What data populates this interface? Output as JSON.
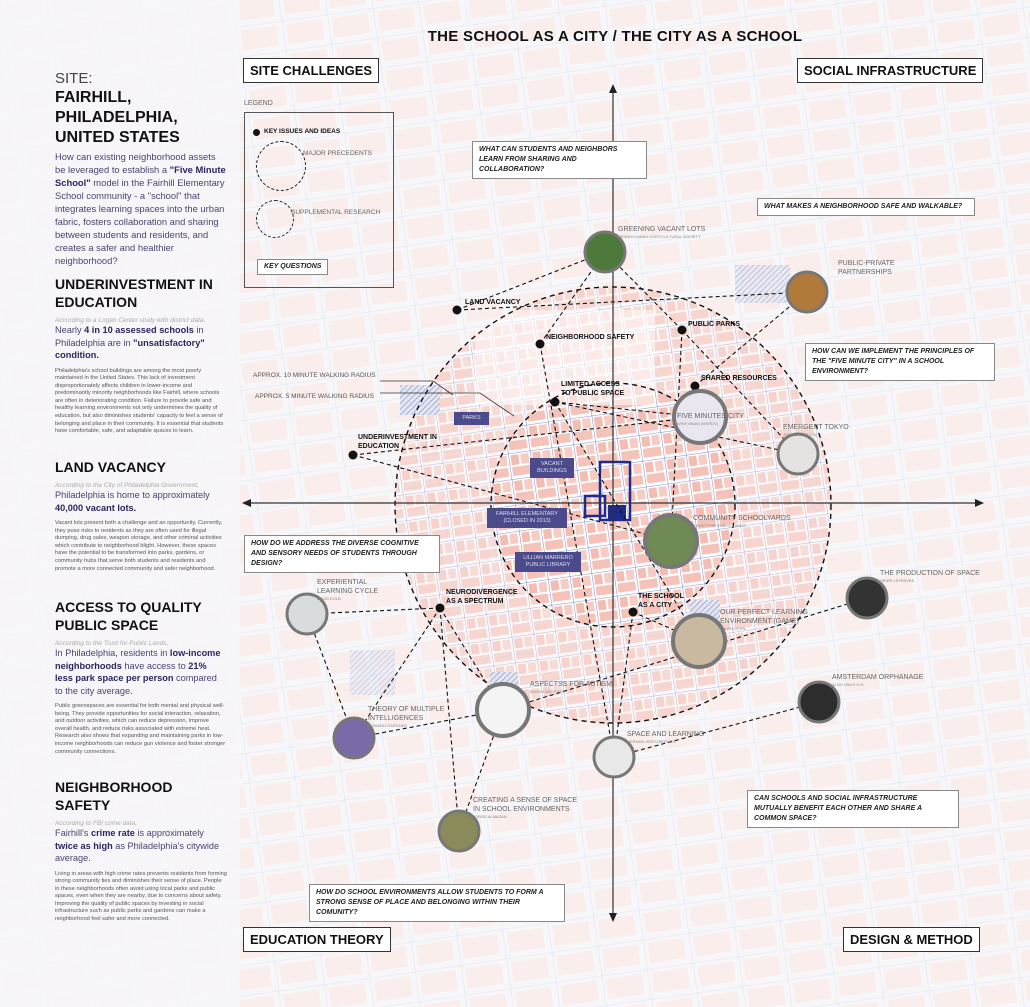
{
  "title": "THE SCHOOL AS A CITY / THE CITY AS A SCHOOL",
  "corners": {
    "site_challenges": "SITE CHALLENGES",
    "social_infrastructure": "SOCIAL INFRASTRUCTURE",
    "education_theory": "EDUCATION THEORY",
    "design_method": "DESIGN & METHOD"
  },
  "site": {
    "label": "SITE:",
    "name": "FAIRHILL, PHILADELPHIA, UNITED STATES",
    "lead_1": "How can existing neighborhood assets be leveraged to establish a ",
    "lead_bold": "\"Five Minute School\"",
    "lead_2": " model in the Fairhill Elementary School community - a \"school\" that integrates learning spaces into the urban fabric, fosters collaboration and sharing between students and residents, and creates a safer and healthier neighborhood?"
  },
  "sections": [
    {
      "heading": "UNDERINVESTMENT IN EDUCATION",
      "source": "According to a Logan Center study with district data,",
      "stat_1": "Nearly ",
      "stat_b1": "4 in 10 assessed schools",
      "stat_2": " in Philadelphia are in ",
      "stat_b2": "\"unsatisfactory\" condition.",
      "stat_3": "",
      "body": "Philadelphia's school buildings are among the most poorly maintained in the United States. This lack of investment disproportionately affects children in lower-income and predominantly minority neighborhoods like Fairhill, where schools are often in deteriorating condition. Failure to provide safe and healthy learning environments not only undermines the quality of education, but also diminishes students' capacity to feel a sense of belonging and place in their community. It is essential that students have comfortable, safe, and adaptable spaces to learn."
    },
    {
      "heading": "LAND VACANCY",
      "source": "According to the City of Philadelphia Government,",
      "stat_1": "Philadelphia is home to approximately ",
      "stat_b1": "40,000 vacant lots.",
      "stat_2": "",
      "stat_b2": "",
      "stat_3": "",
      "body": "Vacant lots present both a challenge and an opportunity. Currently, they pose risks to residents as they are often used for illegal dumping, drug sales, weapon storage, and other criminal activities which contribute to neighborhood blight. However, these spaces have the potential to be transformed into parks, gardens, or community hubs that serve both students and residents and promote a more connected community and safer neighborhood."
    },
    {
      "heading": "ACCESS TO QUALITY PUBLIC SPACE",
      "source": "According to the Trust for Public Lands,",
      "stat_1": "In Philadelphia, residents in ",
      "stat_b1": "low-income neighborhoods",
      "stat_2": " have access to ",
      "stat_b2": "21% less park space per person",
      "stat_3": " compared to the city average.",
      "body": "Public greenspaces are essential for both mental and physical well-being. They provide opportunities for social interaction, relaxation, and outdoor activities, which can reduce depression, improve overall health, and reduce risks associated with extreme heat. Research also shows that expanding and maintaining parks in low-income neighborhoods can reduce gun violence and foster stronger community connections."
    },
    {
      "heading": "NEIGHBORHOOD SAFETY",
      "source": "According to FBI crime data,",
      "stat_1": "Fairhill's ",
      "stat_b1": "crime rate",
      "stat_2": " is approximately ",
      "stat_b2": "twice as high",
      "stat_3": " as Philadelphia's citywide average.",
      "body": "Living in areas with high crime rates prevents residents from forming strong community ties and diminishes their sense of place. People in these neighborhoods often avoid using local parks and public spaces, even when they are nearby, due to concerns about safety. Improving the quality of public spaces by investing in social infrastructure such as public parks and gardens can make a neighborhood feel safer and more connected."
    }
  ],
  "legend": {
    "title": "LEGEND",
    "key_issues": "KEY ISSUES AND IDEAS",
    "major": "MAJOR PRECEDENTS",
    "supplemental": "SUPPLEMENTAL RESEARCH",
    "key_questions": "KEY QUESTIONS"
  },
  "questions": [
    "WHAT CAN STUDENTS AND NEIGHBORS LEARN FROM SHARING AND COLLABORATION?",
    "WHAT MAKES A NEIGHBORHOOD SAFE AND WALKABLE?",
    "HOW CAN WE IMPLEMENT THE PRINCIPLES OF THE \"FIVE MINUTE CITY\" IN A SCHOOL ENVIRONMENT?",
    "HOW DO WE ADDRESS THE DIVERSE COGNITIVE AND SENSORY NEEDS OF STUDENTS THROUGH DESIGN?",
    "CAN SCHOOLS AND SOCIAL INFRASTRUCTURE MUTUALLY BENEFIT EACH OTHER AND SHARE A COMMON SPACE?",
    "HOW DO SCHOOL ENVIRONMENTS ALLOW STUDENTS TO FORM A STRONG SENSE OF PLACE AND BELONGING WITHIN THEIR COMUNITY?"
  ],
  "issues": [
    "LAND VACANCY",
    "NEIGHBORHOOD SAFETY",
    "PUBLIC PARKS",
    "SHARED RESOURCES",
    "LIMITED ACCESS TO PUBLIC SPACE",
    "UNDERINVESTMENT IN EDUCATION",
    "NEURODIVERGENCE AS A SPECTRUM",
    "THE SCHOOL AS A CITY"
  ],
  "precedents": [
    {
      "name": "GREENING VACANT LOTS",
      "author": "PENNSYLVANIA HORTICULTURAL SOCIETY",
      "color": "#4d7a3a"
    },
    {
      "name": "PUBLIC-PRIVATE PARTNERSHIPS",
      "author": "",
      "color": "#b07a3a"
    },
    {
      "name": "FIVE MINUTES CITY",
      "author": "WINY MAAS (MVRDV)",
      "color": "#e9e6ef"
    },
    {
      "name": "EMERGENT TOKYO",
      "author": "JORGE ALMAZAN",
      "color": "#e5e2e2"
    },
    {
      "name": "COMMUNITY SCHOOLYARDS",
      "author": "TRUST FOR PUBLIC LANDS",
      "color": "#6f8a55"
    },
    {
      "name": "THE PRODUCTION OF SPACE",
      "author": "HENRI LEFEBVRE",
      "color": "#333333"
    },
    {
      "name": "OUR PERFECT LEARNING ENVIRONMENT (GAME)",
      "author": "BAUPILOTEN",
      "color": "#c9b9a0"
    },
    {
      "name": "AMSTERDAM ORPHANAGE",
      "author": "ALDO VAN EYCK",
      "color": "#2d2d2d"
    },
    {
      "name": "SPACE AND LEARNING",
      "author": "HERMAN HERTZBERGER",
      "color": "#e8e8e8"
    },
    {
      "name": "ASPECTSS FOR AUTISM",
      "author": "MAGDA MOSTAFA",
      "color": "#f4f4f4"
    },
    {
      "name": "THEORY OF MULTIPLE INTELLIGENCES",
      "author": "HOWARD GARDNER",
      "color": "#7a6aa8"
    },
    {
      "name": "EXPERIENTIAL LEARNING CYCLE",
      "author": "DAVID KOLB",
      "color": "#d8dcdc"
    },
    {
      "name": "CREATING A SENSE OF SPACE IN SCHOOL ENVIRONMENTS",
      "author": "JORGE ALMAZAN",
      "color": "#8a8a5a"
    }
  ],
  "map_labels": {
    "radius_10": "APPROX. 10 MINUTE WALKING RADIUS",
    "radius_5": "APPROX. 5 MINUTE WALKING RADIUS",
    "parks": "PARKS",
    "vacant": "VACANT BUILDINGS",
    "fairhill": "FAIRHILL ELEMENTARY (CLOSED IN 2013)",
    "library": "LILLIAN MARRERO PUBLIC LIBRARY"
  },
  "colors": {
    "block": "#f6c9c0",
    "street": "#3b4aa8",
    "tag": "#4b4b8c",
    "accent": "#2c2660"
  }
}
